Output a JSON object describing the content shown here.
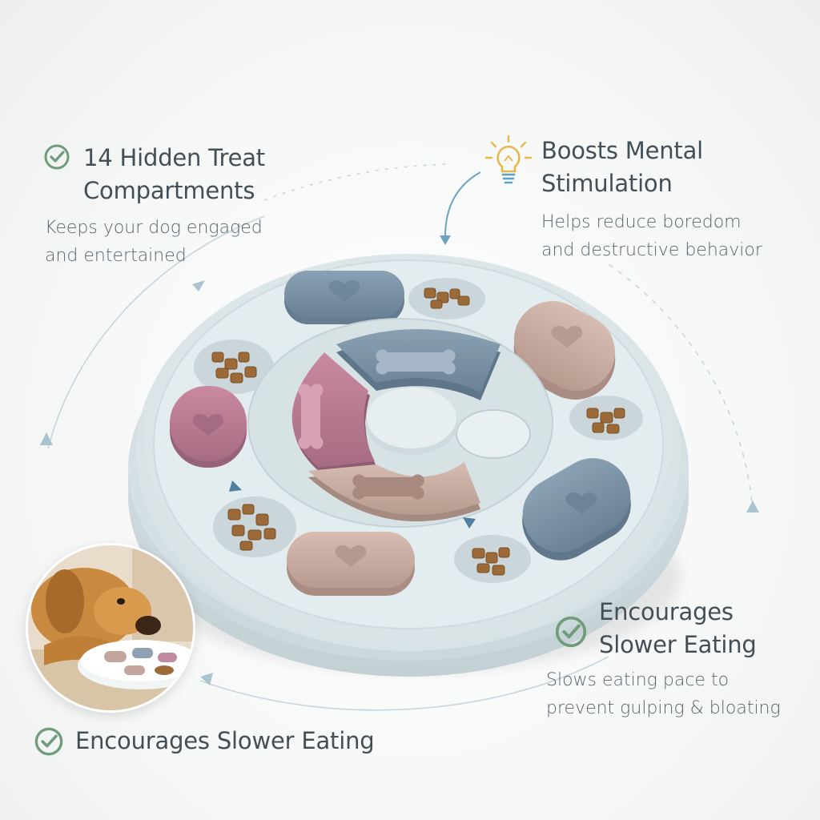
{
  "features": [
    {
      "title": "14 Hidden Treat Compartments",
      "title_line1": "14 Hidden Treat",
      "title_line2": "Compartments",
      "desc_line1": "Keeps your dog engaged",
      "desc_line2": "and entertained",
      "icon": "check-circle-icon"
    },
    {
      "title_line1": "Boosts Mental",
      "title_line2": "Stimulation",
      "desc_line1": "Helps reduce boredom",
      "desc_line2": "and destructive behavior",
      "icon": "lightbulb-icon"
    },
    {
      "title_line1": "Encourages",
      "title_line2": "Slower Eating",
      "desc_line1": "Slows eating pace to",
      "desc_line2": "prevent gulping & bloating",
      "icon": "check-circle-icon"
    },
    {
      "title": "Encourages Slower Eating",
      "icon": "check-circle-icon"
    }
  ],
  "colors": {
    "accent_green": "#6f9c79",
    "bulb_yellow": "#e8b84a",
    "bulb_blue": "#5aa3c6",
    "puzzle_base": "#dde7ea",
    "puzzle_blue": "#7b92a6",
    "puzzle_pink": "#b87a91",
    "puzzle_tan": "#c9aea3",
    "text_dark": "#434f57"
  }
}
